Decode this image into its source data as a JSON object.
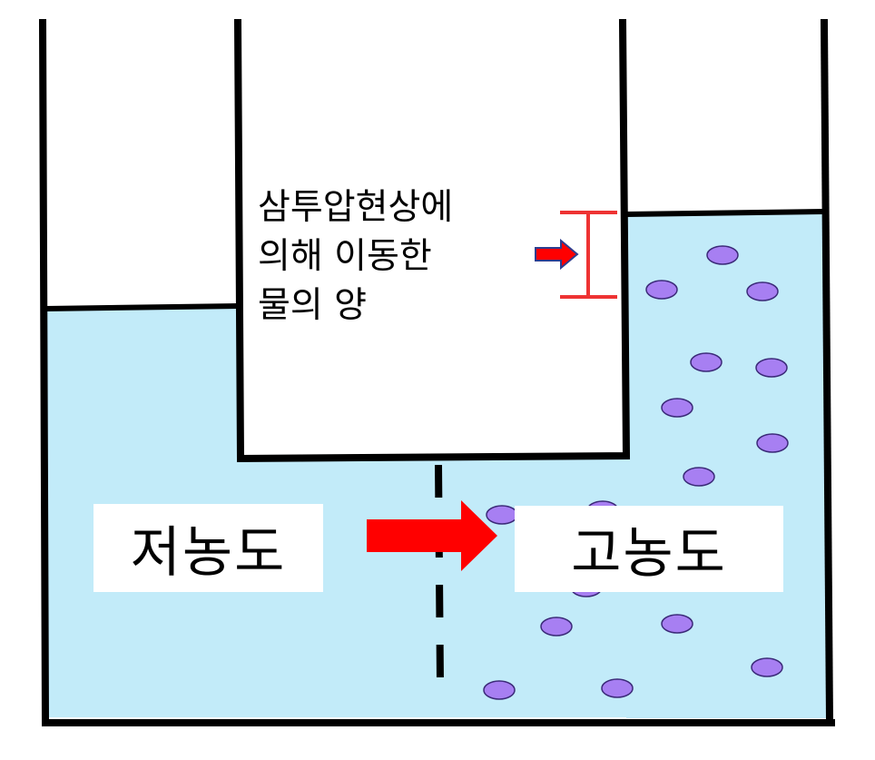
{
  "diagram": {
    "annotation_lines": [
      "삼투압현상에",
      "의해 이동한",
      "물의 양"
    ],
    "low_concentration_label": "저농도",
    "high_concentration_label": "고농도",
    "colors": {
      "water": "#c2ebf9",
      "solute_particle": "#a77ff2",
      "solute_outline": "#3b2a78",
      "arrow": "#ff0000",
      "measure_bracket": "#ee3333",
      "wall": "#000000"
    }
  }
}
